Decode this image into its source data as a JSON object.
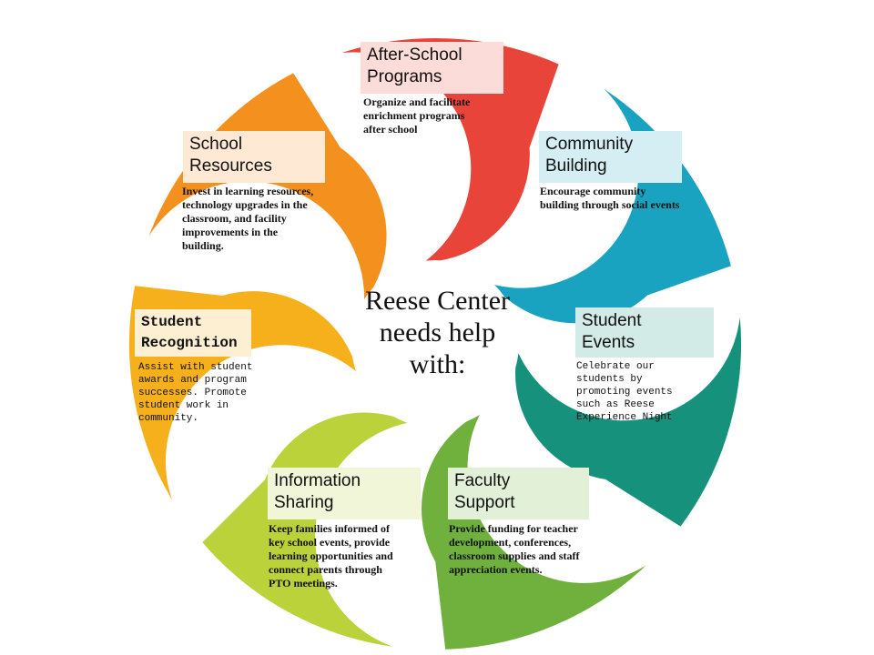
{
  "center": {
    "line1": "Reese Center",
    "line2": "needs help",
    "line3": "with:"
  },
  "segments": [
    {
      "id": "after-school",
      "title1": "After-School",
      "title2": "Programs",
      "desc": [
        "Organize and facilitate",
        "enrichment programs",
        "after school"
      ],
      "color": "#e8443a",
      "box_bg": "#fbdcd8"
    },
    {
      "id": "community",
      "title1": "Community",
      "title2": "Building",
      "desc": [
        "Encourage community",
        "building through social events"
      ],
      "color": "#1aa3c0",
      "box_bg": "#d4eef4"
    },
    {
      "id": "student-events",
      "title1": "Student",
      "title2": "Events",
      "desc": [
        "Celebrate our",
        "students by",
        "promoting events",
        "such as Reese",
        "Experience Night"
      ],
      "color": "#15917c",
      "box_bg": "#d2ebe6"
    },
    {
      "id": "faculty",
      "title1": "Faculty",
      "title2": "Support",
      "desc": [
        "Provide funding for teacher",
        "development, conferences,",
        "classroom supplies and staff",
        "appreciation events."
      ],
      "color": "#6fb13c",
      "box_bg": "#e3f0d8"
    },
    {
      "id": "information",
      "title1": "Information",
      "title2": "Sharing",
      "desc": [
        "Keep families informed of",
        "key school events, provide",
        "learning opportunities and",
        "connect parents through",
        "PTO meetings."
      ],
      "color": "#bcd23a",
      "box_bg": "#f2f6d8"
    },
    {
      "id": "recognition",
      "title1": "Student",
      "title2": "Recognition",
      "desc": [
        "Assist with student",
        "awards and program",
        "successes. Promote",
        "student work in",
        "community."
      ],
      "color": "#f5b01c",
      "box_bg": "#fdf0d2"
    },
    {
      "id": "resources",
      "title1": "School",
      "title2": "Resources",
      "desc": [
        "Invest in learning resources,",
        "technology upgrades in the",
        "classroom, and facility",
        "improvements in the",
        "building."
      ],
      "color": "#f4911e",
      "box_bg": "#fde9d4"
    }
  ]
}
